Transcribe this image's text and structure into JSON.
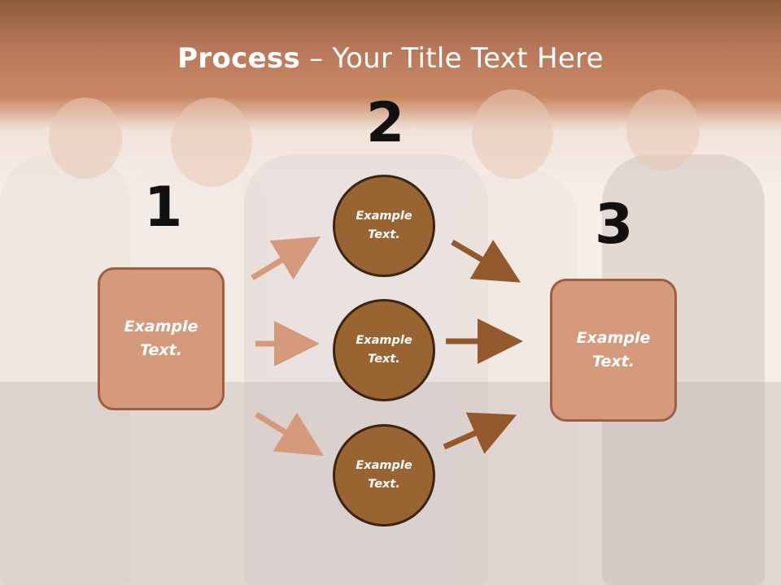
{
  "title": {
    "bold": "Process",
    "rest": " – Your Title Text Here"
  },
  "steps": {
    "n1": "1",
    "n2": "2",
    "n3": "3"
  },
  "left_box": {
    "text": "Example\nText."
  },
  "circles": [
    {
      "text": "Example\nText."
    },
    {
      "text": "Example\nText."
    },
    {
      "text": "Example\nText."
    }
  ],
  "right_box": {
    "text": "Example\nText."
  },
  "colors": {
    "header": "#b9785a",
    "box_fill": "#d49a7b",
    "box_border": "#9e5f41",
    "circle_fill": "#9a6332",
    "arrow_light": "#d49a7b",
    "arrow_dark": "#93582c"
  }
}
